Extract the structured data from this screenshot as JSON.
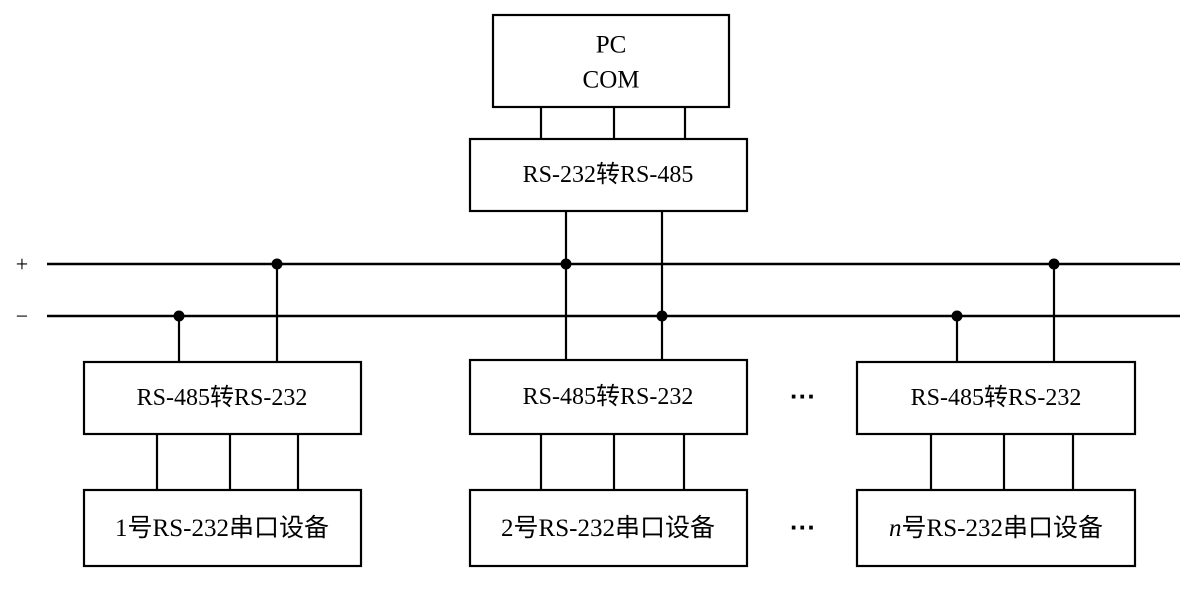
{
  "pc": {
    "line1": "PC",
    "line2": "COM"
  },
  "master_converter": {
    "label": "RS-232转RS-485"
  },
  "bus": {
    "plus_sign": "+",
    "minus_sign": "−"
  },
  "nodes": [
    {
      "converter_label": "RS-485转RS-232",
      "device_prefix": "1",
      "device_label": "号RS-232串口设备"
    },
    {
      "converter_label": "RS-485转RS-232",
      "device_prefix": "2",
      "device_label": "号RS-232串口设备"
    },
    {
      "converter_label": "RS-485转RS-232",
      "device_prefix": "n",
      "device_label": "号RS-232串口设备"
    }
  ],
  "ellipsis": {
    "converter_row": "···",
    "device_row": "···"
  }
}
